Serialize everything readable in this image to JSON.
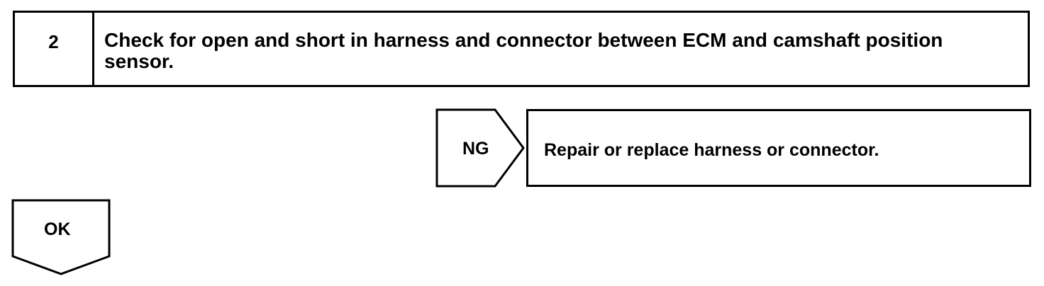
{
  "step": {
    "number": "2",
    "text": "Check for open and short in harness and connector between ECM and camshaft position sensor."
  },
  "ng_branch": {
    "label": "NG",
    "action": "Repair or replace harness or connector."
  },
  "ok_branch": {
    "label": "OK"
  }
}
